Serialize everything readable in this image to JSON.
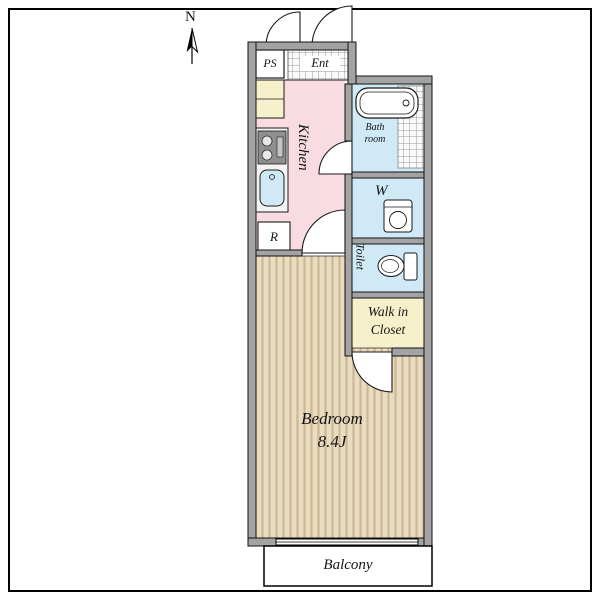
{
  "compass": {
    "label": "N"
  },
  "rooms": {
    "ps": {
      "label": "PS"
    },
    "entrance": {
      "label": "Ent"
    },
    "kitchen": {
      "label": "Kitchen"
    },
    "bathroom": {
      "line1": "Bath",
      "line2": "room"
    },
    "washer": {
      "label": "W"
    },
    "toilet": {
      "label": "Toilet"
    },
    "walk_in_closet": {
      "line1": "Walk in",
      "line2": "Closet"
    },
    "refrigerator": {
      "label": "R"
    },
    "bedroom": {
      "name": "Bedroom",
      "size": "8.4J"
    },
    "balcony": {
      "label": "Balcony"
    }
  },
  "colors": {
    "kitchen": "#f8dce2",
    "wet_area": "#cfe9f6",
    "closet": "#f6f1cb",
    "flooring": "#e9dcc0",
    "flooring_stripe": "#cdb896",
    "wall": "#a3a3a3"
  }
}
